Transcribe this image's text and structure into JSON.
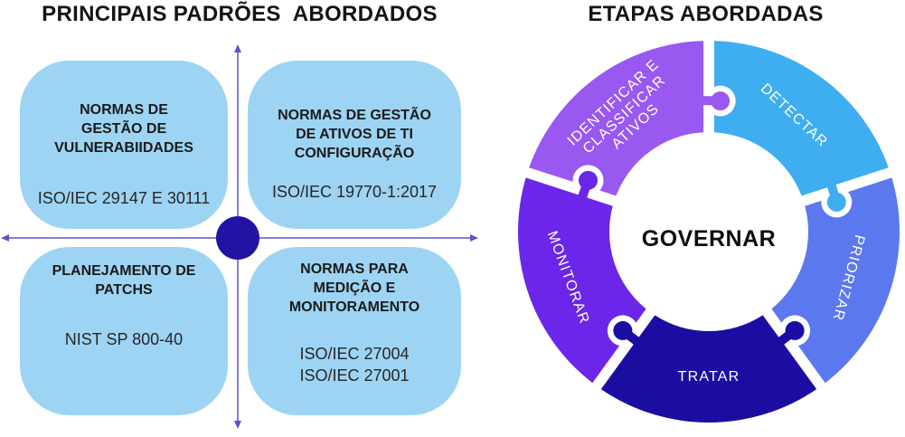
{
  "left_panel": {
    "title": "PRINCIPAIS PADRÕES  ABORDADOS",
    "boxes": [
      {
        "heading": "NORMAS DE\nGESTÃO DE\nVULNERABIIDADES",
        "items": [
          "ISO/IEC 29147 E 30111"
        ]
      },
      {
        "heading": "NORMAS DE GESTÃO\nDE ATIVOS DE TI\nCONFIGURAÇÃO",
        "items": [
          "ISO/IEC 19770-1:2017"
        ]
      },
      {
        "heading": "PLANEJAMENTO DE\nPATCHS",
        "items": [
          "NIST SP 800-40"
        ]
      },
      {
        "heading": "NORMAS PARA\nMEDIÇÃO E\nMONITORAMENTO",
        "items": [
          "ISO/IEC 27004",
          "ISO/IEC 27001"
        ]
      }
    ],
    "colors": {
      "box_fill": "#9ED4F3",
      "axis": "#5D54C8",
      "center_dot": "#2213A5"
    }
  },
  "right_panel": {
    "title": "ETAPAS ABORDADAS",
    "center_label": "GOVERNAR",
    "label_text_color": "#FFFFFF",
    "segments": [
      {
        "id": "detectar",
        "label_lines": [
          "DETECTAR"
        ],
        "color": "#3FAEF1",
        "start_angle": 90,
        "end_angle": 18
      },
      {
        "id": "priorizar",
        "label_lines": [
          "PRIORIZAR"
        ],
        "color": "#5B78EE",
        "start_angle": 18,
        "end_angle": -54
      },
      {
        "id": "tratar",
        "label_lines": [
          "TRATAR"
        ],
        "color": "#1C0DA2",
        "start_angle": -54,
        "end_angle": -126
      },
      {
        "id": "monitorar",
        "label_lines": [
          "MONITORAR"
        ],
        "color": "#6B26EA",
        "start_angle": -126,
        "end_angle": -198
      },
      {
        "id": "identificar-classificar-ativos",
        "label_lines": [
          "IDENTIFICAR E",
          "CLASSIFICAR",
          "ATIVOS"
        ],
        "color": "#9959F0",
        "start_angle": 162,
        "end_angle": 90
      }
    ],
    "connectors": [
      {
        "between": [
          "identificar-classificar-ativos",
          "detectar"
        ],
        "at_angle": 90,
        "knob_of": "identificar-classificar-ativos",
        "direction": "cw"
      },
      {
        "between": [
          "detectar",
          "priorizar"
        ],
        "at_angle": 18,
        "knob_of": "detectar",
        "direction": "cw"
      },
      {
        "between": [
          "priorizar",
          "tratar"
        ],
        "at_angle": -54,
        "knob_of": "tratar",
        "direction": "ccw"
      },
      {
        "between": [
          "tratar",
          "monitorar"
        ],
        "at_angle": -126,
        "knob_of": "tratar",
        "direction": "cw"
      },
      {
        "between": [
          "monitorar",
          "identificar-classificar-ativos"
        ],
        "at_angle": 162,
        "knob_of": "monitorar",
        "direction": "cw"
      }
    ]
  }
}
